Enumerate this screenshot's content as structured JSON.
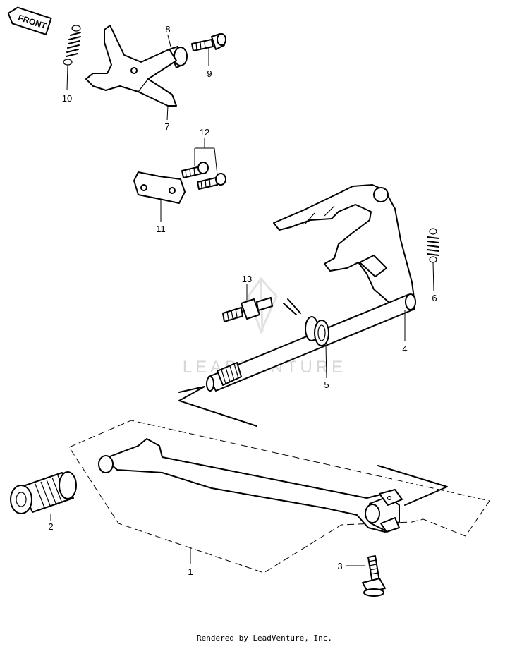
{
  "front_label": "FRONT",
  "watermark": "LEADVENTURE",
  "footer": "Rendered by LeadVenture, Inc.",
  "callouts": {
    "c1": "1",
    "c2": "2",
    "c3": "3",
    "c4": "4",
    "c5": "5",
    "c6": "6",
    "c7": "7",
    "c8": "8",
    "c9": "9",
    "c10": "10",
    "c11": "11",
    "c12": "12",
    "c13": "13"
  }
}
